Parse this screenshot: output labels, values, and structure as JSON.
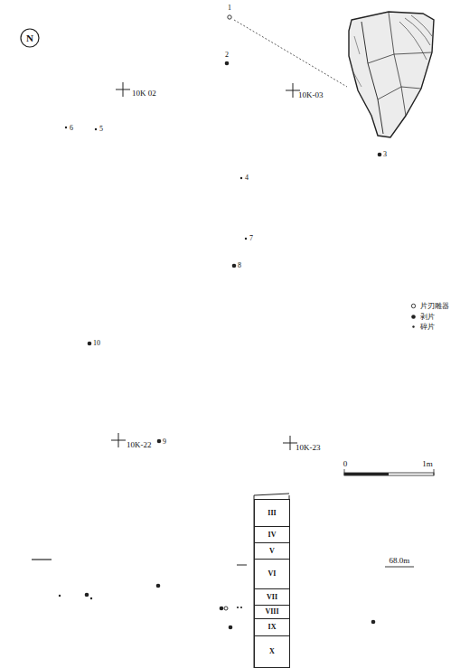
{
  "diagram": {
    "nodes": [
      {
        "text": [
          "III"
        ]
      },
      {
        "text": [
          "IV"
        ]
      },
      {
        "text": [
          "V"
        ]
      },
      {
        "text": [
          "VI"
        ]
      },
      {
        "text": [
          "VII"
        ]
      },
      {
        "text": [
          "VIII"
        ]
      },
      {
        "text": [
          "IX"
        ]
      },
      {
        "text": [
          "X"
        ]
      }
    ],
    "labels": [
      "N",
      "1",
      "2",
      "10K 02",
      "10K-03",
      "6",
      "5",
      "3",
      "4",
      "7",
      "8",
      "10",
      "10K-22",
      "9",
      "10K-23",
      "0",
      "1m",
      "68.0m"
    ],
    "legend": [
      {
        "text": "片刃雕器"
      },
      {
        "text": "剥片"
      },
      {
        "text": "碎片"
      }
    ]
  }
}
